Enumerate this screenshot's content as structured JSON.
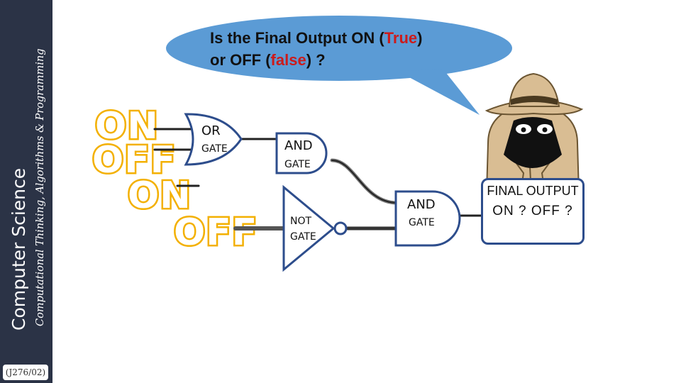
{
  "sidebar": {
    "title": "Computer Science",
    "subtitle": "Computational Thinking, Algorithms & Programming",
    "code": "(J276/02)"
  },
  "question": {
    "part1": "Is the Final Output ON (",
    "true_word": "True",
    "part2": ")",
    "part3": "or OFF (",
    "false_word": "false",
    "part4": ") ?"
  },
  "inputs": [
    "ON",
    "OFF",
    "ON",
    "OFF"
  ],
  "gates": {
    "or": {
      "name": "OR",
      "sub": "GATE"
    },
    "and1": {
      "name": "AND",
      "sub": "GATE"
    },
    "not": {
      "name": "NOT",
      "sub": "GATE"
    },
    "and2": {
      "name": "AND",
      "sub": "GATE"
    }
  },
  "final": {
    "title": "FINAL OUTPUT",
    "question": "ON ? OFF ?"
  },
  "colors": {
    "sidebar": "#2b3346",
    "bubble": "#5b9bd5",
    "input_outline": "#f3b000",
    "accent_red": "#cc1b1b",
    "final_border": "#2d4d8c"
  }
}
